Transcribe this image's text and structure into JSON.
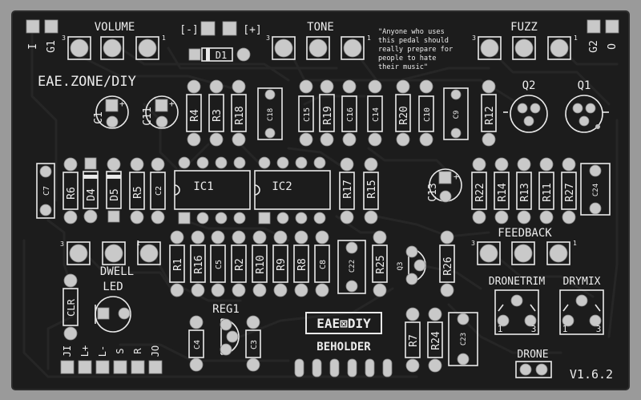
{
  "board": {
    "brand": "EAE.ZONE/DIY",
    "logo": "EAE⊠DIY",
    "name": "BEHOLDER",
    "version": "V1.6.2",
    "quote": [
      "\"Anyone who uses",
      "this pedal should",
      "really prepare for",
      "people to hate",
      "their music\""
    ]
  },
  "pots": {
    "volume": "VOLUME",
    "tone": "TONE",
    "fuzz": "FUZZ",
    "dwell": "DWELL",
    "feedback": "FEEDBACK",
    "dronetrim": "DRONETRIM",
    "drymix": "DRYMIX",
    "pin1": "1",
    "pin3": "3"
  },
  "power": {
    "neg": "[-]",
    "pos": "[+]"
  },
  "io": {
    "top_left": [
      "I",
      "G1"
    ],
    "top_right": [
      "G2",
      "O"
    ],
    "bottom": [
      "JI",
      "L+",
      "L-",
      "S",
      "R",
      "JO"
    ]
  },
  "components": {
    "d1": "D1",
    "c1": "C1",
    "c11": "C11",
    "r4": "R4",
    "r3": "R3",
    "r18": "R18",
    "c18": "C18",
    "c15": "C15",
    "r19": "R19",
    "c16": "C16",
    "c14": "C14",
    "r20": "R20",
    "c10": "C10",
    "c9": "C9",
    "r12": "R12",
    "q1": "Q1",
    "q2": "Q2",
    "q3": "Q3",
    "c7": "C7",
    "r6": "R6",
    "d4": "D4",
    "d5": "D5",
    "r5": "R5",
    "c2": "C2",
    "ic1": "IC1",
    "ic2": "IC2",
    "r17": "R17",
    "r15": "R15",
    "c13": "C13",
    "r22": "R22",
    "r14": "R14",
    "r13": "R13",
    "r11": "R11",
    "r27": "R27",
    "c24": "C24",
    "r1": "R1",
    "r16": "R16",
    "c5": "C5",
    "r2": "R2",
    "r10": "R10",
    "r9": "R9",
    "r8": "R8",
    "c8": "C8",
    "c22": "C22",
    "r25": "R25",
    "r26": "R26",
    "led": "LED",
    "clr": "CLR",
    "reg1": "REG1",
    "c4": "C4",
    "c3": "C3",
    "r7": "R7",
    "r24": "R24",
    "c23": "C23",
    "drone": "DRONE"
  },
  "colors": {
    "background": "#9a9a9a",
    "board": "#1c1c1c",
    "silkscreen": "#e9e9e9",
    "pad": "#c9c9c9"
  }
}
